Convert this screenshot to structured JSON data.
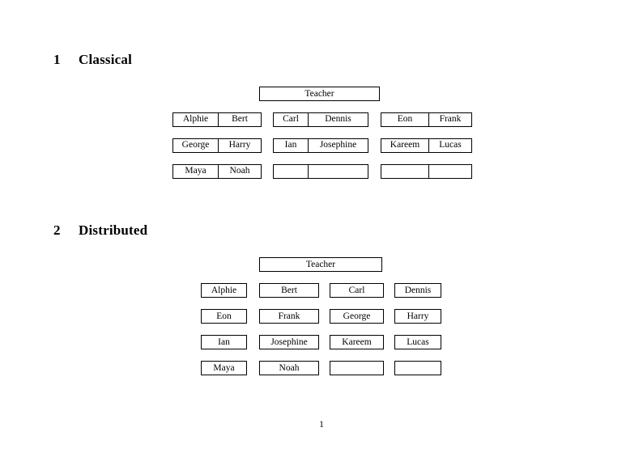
{
  "document": {
    "page_number": "1",
    "background_color": "#ffffff",
    "text_color": "#000000",
    "border_color": "#000000"
  },
  "sections": [
    {
      "number": "1",
      "title": "Classical",
      "root": {
        "label": "Teacher"
      },
      "layout": "paired-cells",
      "columns": 3,
      "rows": 3,
      "grid": [
        [
          {
            "cells": [
              "Alphie",
              "Bert"
            ]
          },
          {
            "cells": [
              "Carl",
              "Dennis"
            ]
          },
          {
            "cells": [
              "Eon",
              "Frank"
            ]
          }
        ],
        [
          {
            "cells": [
              "George",
              "Harry"
            ]
          },
          {
            "cells": [
              "Ian",
              "Josephine"
            ]
          },
          {
            "cells": [
              "Kareem",
              "Lucas"
            ]
          }
        ],
        [
          {
            "cells": [
              "Maya",
              "Noah"
            ]
          },
          {
            "cells": [
              "",
              ""
            ]
          },
          {
            "cells": [
              "",
              ""
            ]
          }
        ]
      ]
    },
    {
      "number": "2",
      "title": "Distributed",
      "root": {
        "label": "Teacher"
      },
      "layout": "single-boxes",
      "columns": 4,
      "rows": 4,
      "grid": [
        [
          "Alphie",
          "Bert",
          "Carl",
          "Dennis"
        ],
        [
          "Eon",
          "Frank",
          "George",
          "Harry"
        ],
        [
          "Ian",
          "Josephine",
          "Kareem",
          "Lucas"
        ],
        [
          "Maya",
          "Noah",
          "",
          ""
        ]
      ]
    }
  ]
}
